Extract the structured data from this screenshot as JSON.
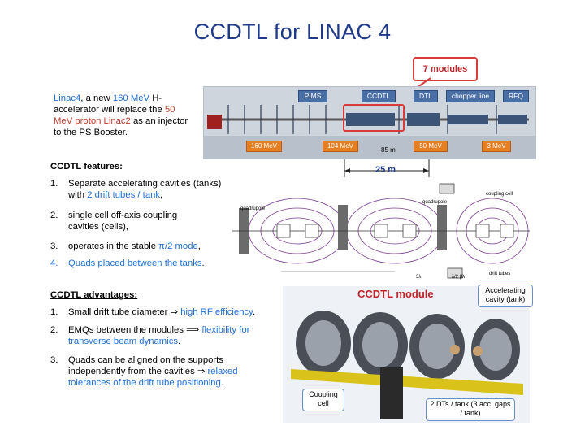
{
  "title": "CCDTL for LINAC 4",
  "intro": {
    "p1": "Linac4",
    "p2": ", a new ",
    "p3": "160 MeV",
    "p4": " H- accelerator will replace the ",
    "p5": "50 MeV proton Linac2",
    "p6": " as an injector to the PS Booster."
  },
  "features": {
    "heading": "CCDTL features:",
    "items": [
      {
        "num": "1.",
        "a": "Separate accelerating cavities (tanks) with ",
        "b": "2 drift tubes / tank",
        "c": ","
      },
      {
        "num": "2.",
        "a": "single cell off-axis coupling cavities (cells),",
        "b": "",
        "c": ""
      },
      {
        "num": "3.",
        "a": "operates in the stable ",
        "b": "π/2 mode",
        "c": ","
      },
      {
        "num": "4.",
        "a": "",
        "b": "Quads placed between the tanks",
        "c": "."
      }
    ]
  },
  "advantages": {
    "heading": "CCDTL advantages:",
    "items": [
      {
        "num": "1.",
        "a": "Small drift tube diameter ⇒ ",
        "b": "high RF efficiency",
        "c": "."
      },
      {
        "num": "2.",
        "a": "EMQs between the modules ⟹ ",
        "b": "flexibility for transverse beam dynamics",
        "c": "."
      },
      {
        "num": "3.",
        "a": "Quads can be aligned on the supports independently from the cavities ⇒ ",
        "b": "relaxed tolerances of the drift tube positioning",
        "c": "."
      }
    ]
  },
  "beamline": {
    "callout": "7 modules",
    "sections": [
      "PIMS",
      "CCDTL",
      "DTL",
      "chopper line",
      "RFQ"
    ],
    "energies": [
      "160 MeV",
      "104 MeV",
      "50 MeV",
      "3 MeV"
    ],
    "length_total": "85 m",
    "length_ccdtl": "25 m"
  },
  "schematic": {
    "labels": [
      "quadrupole",
      "quadrupole",
      "coupling cell",
      "drift tubes",
      "3λ",
      "λ/2 βλ"
    ]
  },
  "module": {
    "title": "CCDTL module",
    "note_cavity": "Accelerating cavity (tank)",
    "note_coupling": "Coupling cell",
    "note_dts": "2 DTs / tank (3 acc. gaps / tank)"
  },
  "colors": {
    "title": "#1f3a8a",
    "accent": "#1f6fd6",
    "callout": "#d93a3a"
  }
}
